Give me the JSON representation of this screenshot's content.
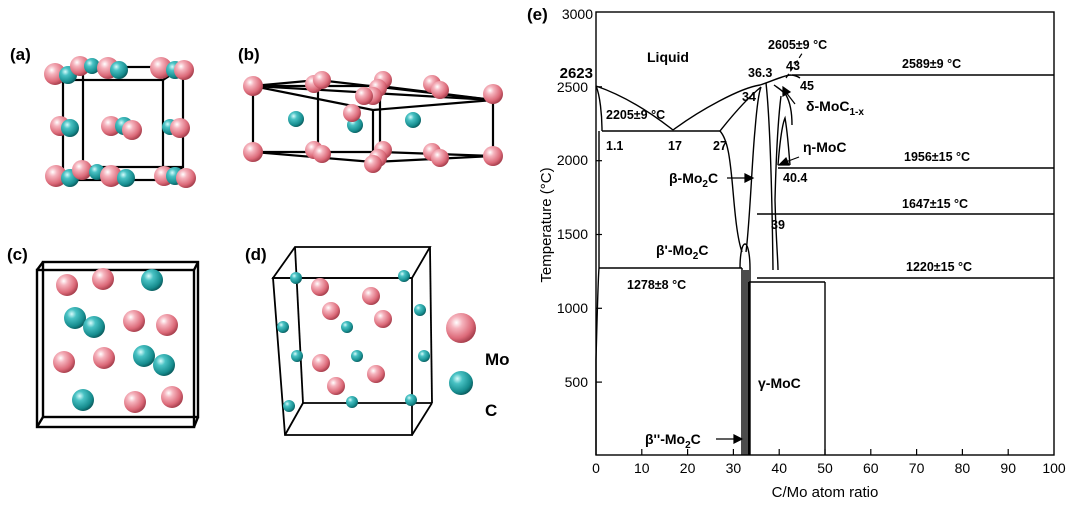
{
  "colors": {
    "mo": "#e0707e",
    "c": "#1f9a9c",
    "line": "#000000"
  },
  "legend": {
    "mo_label": "Mo",
    "c_label": "C"
  },
  "panels": {
    "a": {
      "label": "(a)"
    },
    "b": {
      "label": "(b)"
    },
    "c": {
      "label": "(c)"
    },
    "d": {
      "label": "(d)"
    },
    "e": {
      "label": "(e)"
    }
  },
  "phase_diagram": {
    "y_axis_title": "Temperature (°C)",
    "x_axis_title": "C/Mo atom ratio",
    "y_ticks": [
      "500",
      "1000",
      "1500",
      "2000",
      "2500",
      "3000"
    ],
    "x_ticks": [
      "0",
      "10",
      "20",
      "30",
      "40",
      "50",
      "60",
      "70",
      "80",
      "90",
      "100"
    ],
    "annotations": {
      "t2623": "2623",
      "t2205": "2205±9 °C",
      "t2605": "2605±9 °C",
      "t2589": "2589±9 °C",
      "t1956": "1956±15 °C",
      "t1647": "1647±15 °C",
      "t1220": "1220±15 °C",
      "t1278": "1278±8 °C",
      "c1_1": "1.1",
      "c17": "17",
      "c27": "27",
      "c36_3": "36.3",
      "c43": "43",
      "c45": "45",
      "c34": "34",
      "c40_4": "40.4",
      "c39": "39"
    },
    "phases": {
      "liquid": "Liquid",
      "beta": "β-Mo",
      "beta_prime": "β'-Mo",
      "beta_dprime": "β''-Mo",
      "sub2": "2",
      "carbide_c": "C",
      "delta": "δ-MoC",
      "delta_sub": "1-x",
      "eta": "η-MoC",
      "gamma": "γ-MoC"
    }
  }
}
